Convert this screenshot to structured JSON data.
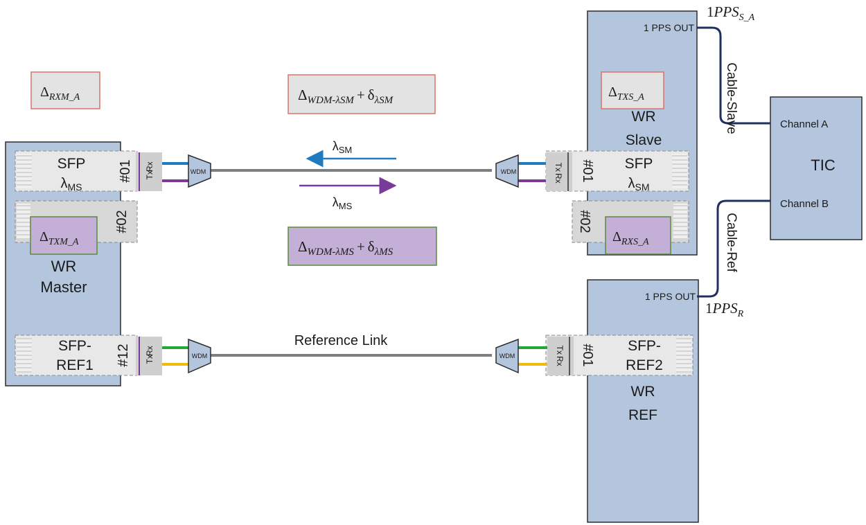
{
  "colors": {
    "box_fill": "#b4c6dd",
    "box_stroke": "#2b2b2b",
    "sfp_fill": "#e8e8e8",
    "fiber": "#7f7f7f",
    "blue": "#1f7ac0",
    "purple": "#7a3a98",
    "green": "#22a838",
    "yellow": "#f2b80a",
    "cable": "#1f2f5e",
    "delta_red_border": "#d9736b",
    "delta_green_border": "#5a8a3a",
    "delta_grey_fill": "#e3e3e3",
    "delta_purple_fill": "#c4b0d6"
  },
  "master": {
    "title_line1": "WR",
    "title_line2": "Master",
    "sfp1": {
      "label": "SFP",
      "lambda": "λ",
      "lambda_sub": "MS",
      "port": "#01",
      "tx": "Tx",
      "rx": "Rx"
    },
    "sfp2": {
      "port": "#02"
    },
    "sfp_ref": {
      "label_line1": "SFP-",
      "label_line2": "REF1",
      "port": "#12",
      "tx": "Tx",
      "rx": "Rx"
    }
  },
  "slave": {
    "title_line1": "WR",
    "title_line2": "Slave",
    "pps_out": "1 PPS OUT",
    "sfp1": {
      "label": "SFP",
      "lambda": "λ",
      "lambda_sub": "SM",
      "port": "#01",
      "tx": "Tx",
      "rx": "Rx"
    },
    "sfp2": {
      "port": "#02"
    }
  },
  "ref": {
    "title_line1": "WR",
    "title_line2": "REF",
    "pps_out": "1 PPS OUT",
    "sfp_ref": {
      "label_line1": "SFP-",
      "label_line2": "REF2",
      "port": "#01",
      "tx": "Tx",
      "rx": "Rx"
    }
  },
  "tic": {
    "title": "TIC",
    "channel_a": "Channel A",
    "channel_b": "Channel B"
  },
  "cables": {
    "slave": "Cable-Slave",
    "ref": "Cable-Ref"
  },
  "pps_labels": {
    "slave": {
      "prefix": "1",
      "main": "PPS",
      "sub": "S_A"
    },
    "ref": {
      "prefix": "1",
      "main": "PPS",
      "sub": "R"
    }
  },
  "wdm_label": "WDM",
  "link": {
    "lambda_sm": {
      "sym": "λ",
      "sub": "SM"
    },
    "lambda_ms": {
      "sym": "λ",
      "sub": "MS"
    },
    "reference": "Reference Link"
  },
  "deltas": {
    "rxm": {
      "sym": "Δ",
      "sub": "RXM_A"
    },
    "txm": {
      "sym": "Δ",
      "sub": "TXM_A"
    },
    "txs": {
      "sym": "Δ",
      "sub": "TXS_A"
    },
    "rxs": {
      "sym": "Δ",
      "sub": "RXS_A"
    },
    "wdm_sm": {
      "sym": "Δ",
      "sub": "WDM-λSM",
      "plus": "+",
      "delta": "δ",
      "delta_sub": "λSM"
    },
    "wdm_ms": {
      "sym": "Δ",
      "sub": "WDM-λMS",
      "plus": "+",
      "delta": "δ",
      "delta_sub": "λMS"
    }
  }
}
